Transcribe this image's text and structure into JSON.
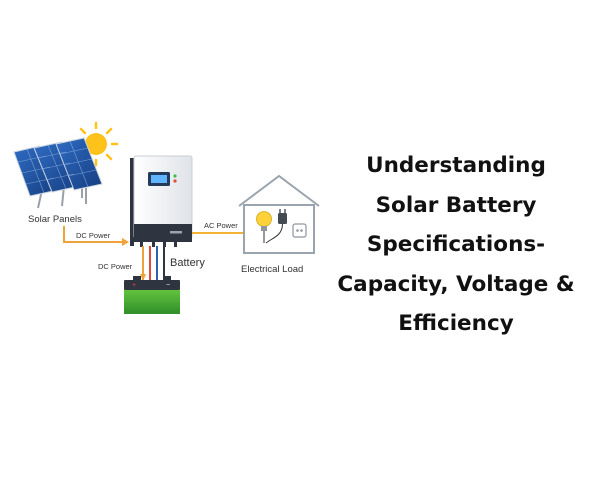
{
  "diagram": {
    "labels": {
      "solar_panels": "Solar Panels",
      "dc_power_top": "DC Power",
      "dc_power_side": "DC Power",
      "ac_power": "AC Power",
      "battery": "Battery",
      "electrical_load": "Electrical Load"
    },
    "colors": {
      "dc_arrow": "#f0a23a",
      "ac_arrow": "#f2b233",
      "battery_green": "#3fa535",
      "inverter_body": "#f2f3f5",
      "inverter_base": "#2e3440",
      "panel_blue": "#1f4f9c",
      "sun": "#ffc21a",
      "house_stroke": "#9aa4ae",
      "text": "#333333"
    },
    "icons": [
      "solar-panel-icon",
      "sun-icon",
      "inverter-icon",
      "battery-icon",
      "house-icon",
      "light-bulb-icon",
      "plug-icon",
      "wall-socket-icon"
    ]
  },
  "heading": {
    "lines": [
      "Understanding",
      "Solar Battery",
      "Specifications-",
      "Capacity, Voltage &",
      "Efficiency"
    ]
  }
}
